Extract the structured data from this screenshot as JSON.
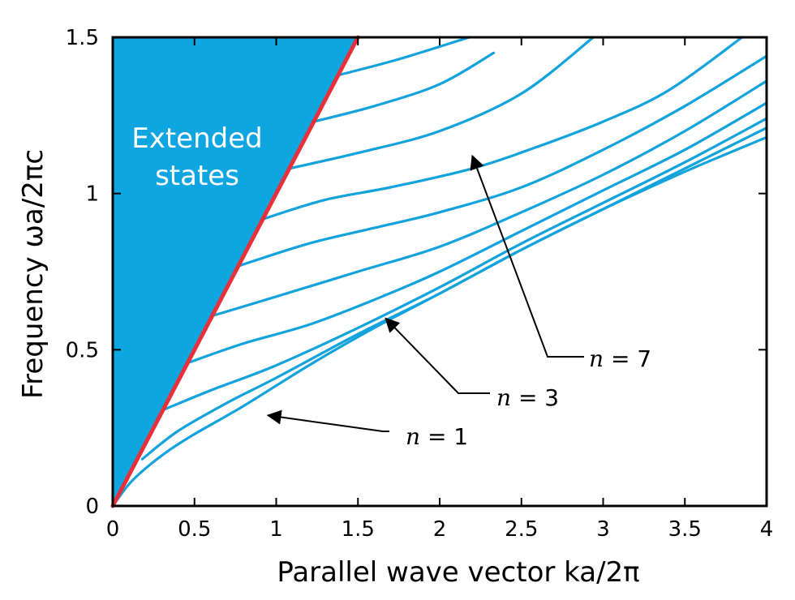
{
  "chart_data": {
    "type": "line",
    "xlabel": "Parallel wave vector  ka/2π",
    "ylabel": "Frequency  ωa/2πc",
    "xlim": [
      0,
      4
    ],
    "ylim": [
      0,
      1.5
    ],
    "x_ticks": [
      "0",
      "0.5",
      "1",
      "1.5",
      "2",
      "2.5",
      "3",
      "3.5",
      "4"
    ],
    "y_ticks": [
      "0",
      "0.5",
      "1",
      "1.5"
    ],
    "grid": false,
    "colors": {
      "light_line": "#e8303a",
      "extended_region": "#0ea5e0",
      "bands": "#12a3dc",
      "axes": "#000000"
    },
    "light_line": {
      "x": [
        0,
        1.5
      ],
      "y": [
        0,
        1.5
      ]
    },
    "region_label": [
      "Extended",
      "states"
    ],
    "series": [
      {
        "x": [
          0.0,
          0.1,
          0.2,
          0.35,
          0.5,
          0.8,
          1.2,
          1.6,
          2.0,
          2.5,
          3.0,
          3.5,
          4.0
        ],
        "y": [
          0.0,
          0.07,
          0.12,
          0.18,
          0.23,
          0.32,
          0.45,
          0.57,
          0.68,
          0.82,
          0.95,
          1.07,
          1.18
        ]
      },
      {
        "x": [
          0.18,
          0.4,
          0.7,
          1.0,
          1.5,
          2.0,
          2.5,
          3.0,
          3.5,
          4.0
        ],
        "y": [
          0.15,
          0.24,
          0.33,
          0.41,
          0.55,
          0.68,
          0.82,
          0.95,
          1.08,
          1.21
        ]
      },
      {
        "x": [
          0.32,
          0.6,
          1.0,
          1.5,
          2.0,
          2.5,
          3.0,
          3.5,
          4.0
        ],
        "y": [
          0.31,
          0.37,
          0.45,
          0.57,
          0.7,
          0.84,
          0.97,
          1.1,
          1.24
        ]
      },
      {
        "x": [
          0.47,
          0.8,
          1.2,
          1.6,
          2.0,
          2.5,
          3.0,
          3.5,
          4.0
        ],
        "y": [
          0.46,
          0.52,
          0.58,
          0.66,
          0.75,
          0.88,
          1.01,
          1.14,
          1.29
        ]
      },
      {
        "x": [
          0.62,
          1.0,
          1.5,
          2.0,
          2.5,
          3.0,
          3.5,
          4.0
        ],
        "y": [
          0.61,
          0.67,
          0.75,
          0.83,
          0.94,
          1.06,
          1.2,
          1.36
        ]
      },
      {
        "x": [
          0.78,
          1.2,
          1.6,
          2.0,
          2.5,
          3.0,
          3.5,
          4.0
        ],
        "y": [
          0.77,
          0.84,
          0.89,
          0.94,
          1.02,
          1.14,
          1.28,
          1.44
        ]
      },
      {
        "x": [
          0.93,
          1.3,
          1.7,
          2.2,
          2.6,
          3.0,
          3.4,
          3.85
        ],
        "y": [
          0.92,
          0.98,
          1.02,
          1.08,
          1.15,
          1.23,
          1.33,
          1.5
        ]
      },
      {
        "x": [
          1.08,
          1.5,
          2.0,
          2.5,
          2.94
        ],
        "y": [
          1.08,
          1.13,
          1.2,
          1.32,
          1.5
        ]
      },
      {
        "x": [
          1.23,
          1.6,
          2.0,
          2.33
        ],
        "y": [
          1.23,
          1.28,
          1.35,
          1.45
        ]
      },
      {
        "x": [
          1.39,
          1.75,
          2.18
        ],
        "y": [
          1.38,
          1.43,
          1.5
        ]
      }
    ],
    "annotations": [
      {
        "n": "n",
        "rest": " = 1",
        "target": [
          0.95,
          0.29
        ]
      },
      {
        "n": "n",
        "rest": " = 3",
        "target": [
          1.67,
          0.6
        ]
      },
      {
        "n": "n",
        "rest": " = 7",
        "target": [
          2.2,
          1.12
        ]
      }
    ]
  }
}
